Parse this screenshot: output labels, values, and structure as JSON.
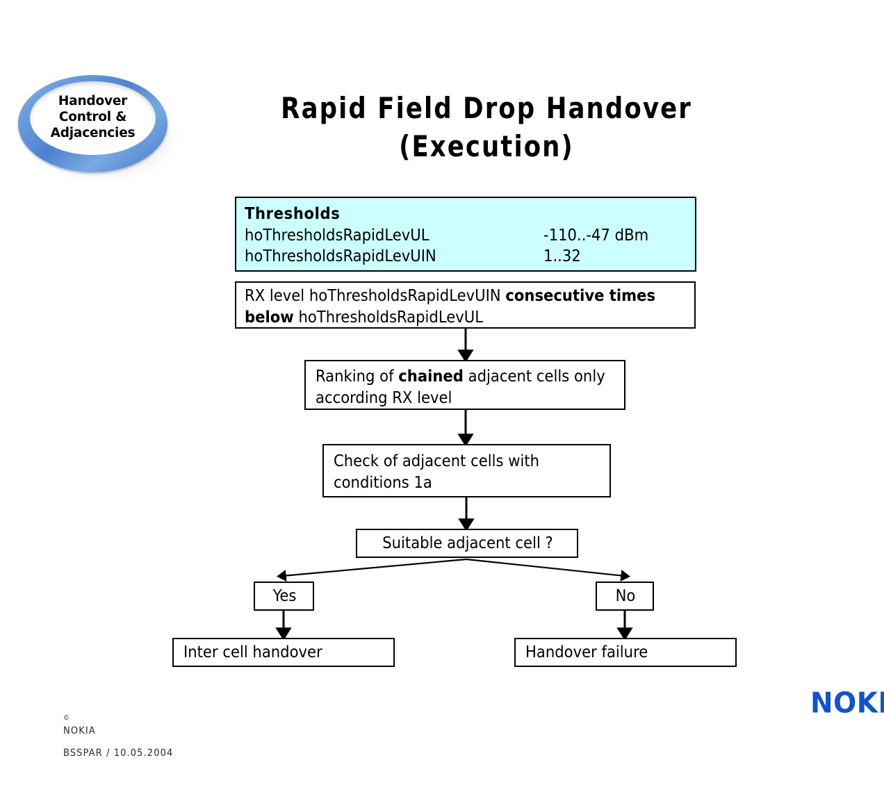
{
  "slide": {
    "badge": {
      "lines": [
        "Handover",
        "Control &",
        "Adjacencies"
      ],
      "ring_color": "#4e82ce",
      "inner_color": "#ffffff"
    },
    "title": {
      "line1": "Rapid Field Drop Handover",
      "line2": "(Execution)"
    },
    "footer": {
      "copyright_mark": "©",
      "company": "NOKIA",
      "document": "BSSPAR / 10.05.2004"
    },
    "logo": {
      "wordmark": "NOKIA",
      "color": "#1155c4"
    }
  },
  "flow": {
    "thresholds": {
      "title": "Thresholds",
      "fill_color": "#ccffff",
      "rows": [
        {
          "name": "hoThresholdsRapidLevUL",
          "value": "-110..-47 dBm"
        },
        {
          "name": "hoThresholdsRapidLevUIN",
          "value": "1..32"
        }
      ]
    },
    "rx_level": {
      "text_1": "RX level hoThresholdsRapidLevUIN ",
      "bold_1": "consecutive times below",
      "text_2": " hoThresholdsRapidLevUL"
    },
    "ranking": {
      "text_1": "Ranking of ",
      "bold_1": "chained",
      "text_2": " adjacent cells only according RX level"
    },
    "check": {
      "label": "Check of adjacent cells with conditions 1a"
    },
    "decision": {
      "label": "Suitable adjacent cell ?"
    },
    "branch_yes": {
      "label": "Yes"
    },
    "branch_no": {
      "label": "No"
    },
    "outcome_yes": {
      "label": "Inter cell handover"
    },
    "outcome_no": {
      "label": "Handover failure"
    }
  },
  "chart_data": {
    "type": "diagram",
    "title": "Rapid Field Drop Handover (Execution)",
    "nodes": [
      {
        "id": "thresholds",
        "label": "Thresholds",
        "kind": "parameter-box"
      },
      {
        "id": "rx_level",
        "label": "RX level hoThresholdsRapidLevUIN consecutive times below hoThresholdsRapidLevUL",
        "kind": "process"
      },
      {
        "id": "ranking",
        "label": "Ranking of chained adjacent cells only according RX level",
        "kind": "process"
      },
      {
        "id": "check",
        "label": "Check of adjacent cells with conditions 1a",
        "kind": "process"
      },
      {
        "id": "decision",
        "label": "Suitable adjacent cell ?",
        "kind": "decision"
      },
      {
        "id": "yes",
        "label": "Yes",
        "kind": "branch-label"
      },
      {
        "id": "no",
        "label": "No",
        "kind": "branch-label"
      },
      {
        "id": "inter_cell",
        "label": "Inter cell handover",
        "kind": "terminal"
      },
      {
        "id": "failure",
        "label": "Handover failure",
        "kind": "terminal"
      }
    ],
    "edges": [
      {
        "from": "rx_level",
        "to": "ranking"
      },
      {
        "from": "ranking",
        "to": "check"
      },
      {
        "from": "check",
        "to": "decision"
      },
      {
        "from": "decision",
        "to": "yes"
      },
      {
        "from": "decision",
        "to": "no"
      },
      {
        "from": "yes",
        "to": "inter_cell"
      },
      {
        "from": "no",
        "to": "failure"
      }
    ]
  }
}
